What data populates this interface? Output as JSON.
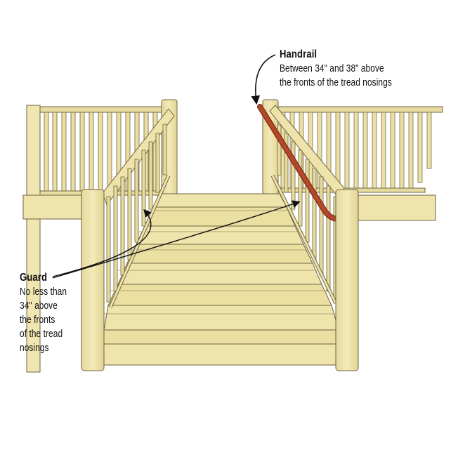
{
  "diagram": {
    "subject": "Deck stairway with guards and handrail",
    "colors": {
      "wood": "#ede2a8",
      "wood_shade": "#d9cc8a",
      "outline": "#6e6440",
      "handrail": "#b5472a",
      "background": "#ffffff",
      "text": "#111111"
    }
  },
  "callouts": {
    "handrail": {
      "title": "Handrail",
      "lines": [
        "Between 34\" and 38\" above",
        "the fronts of the tread nosings"
      ]
    },
    "guard": {
      "title": "Guard",
      "lines": [
        "No less than",
        "34\" above",
        "the fronts",
        "of the tread",
        "nosings"
      ]
    }
  }
}
